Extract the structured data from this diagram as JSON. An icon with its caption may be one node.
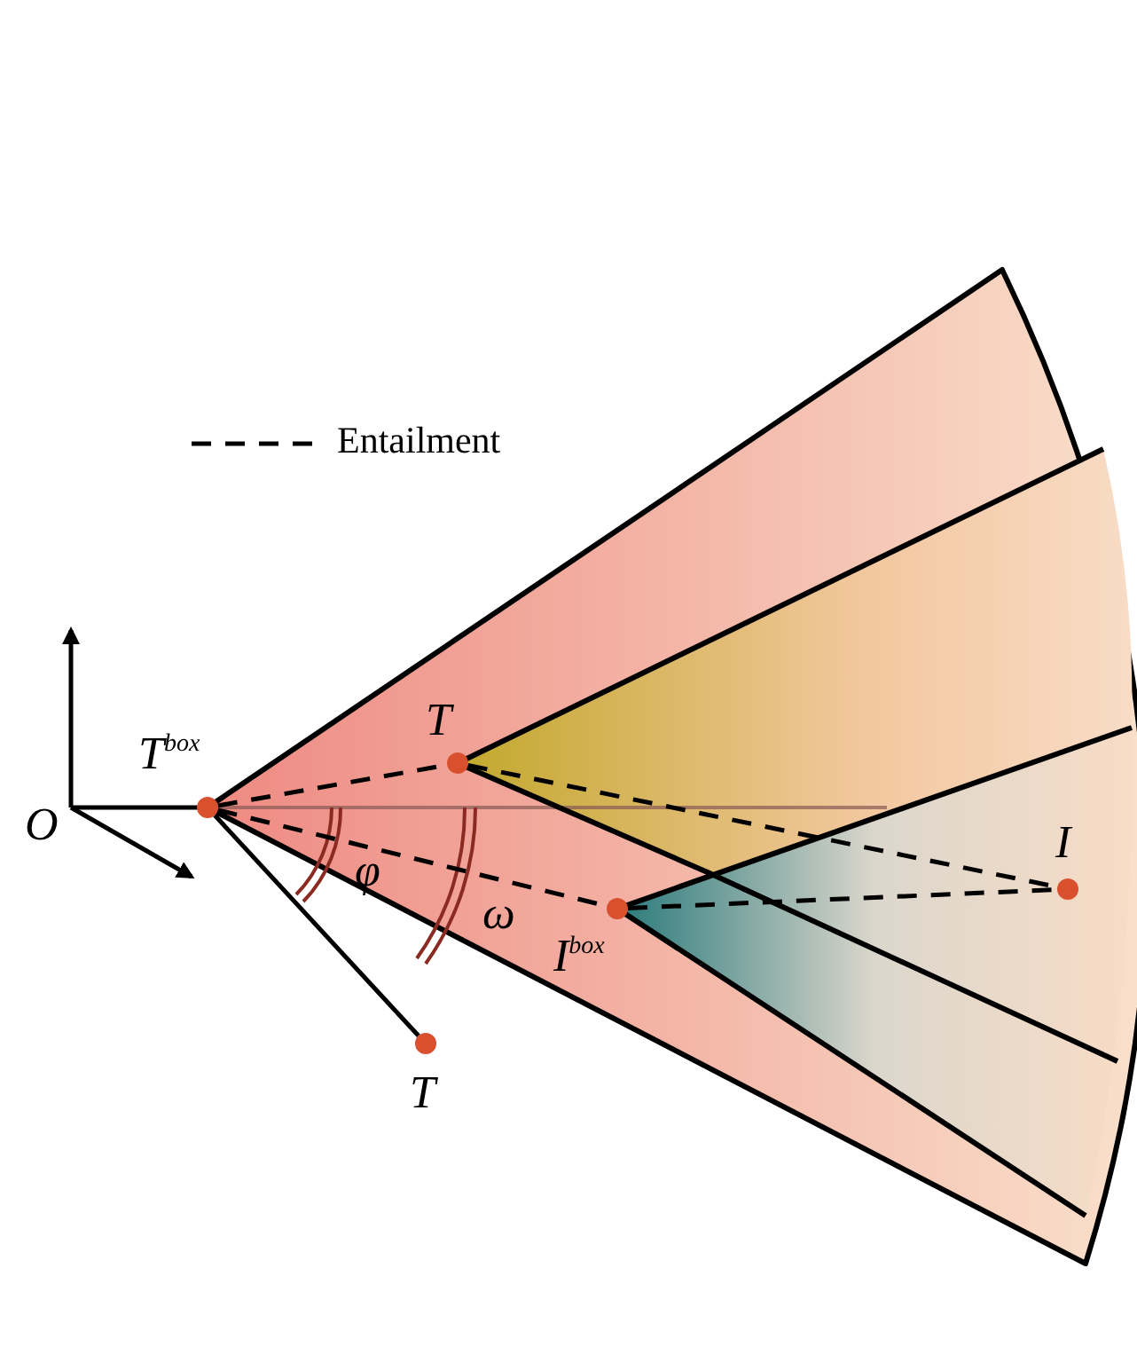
{
  "diagram": {
    "nodes": [
      {
        "text": [
          "T$^{box}$"
        ]
      },
      {
        "text": [
          "T"
        ]
      },
      {
        "text": [
          "I$^{box}$"
        ]
      },
      {
        "text": [
          "I"
        ]
      },
      {
        "text": [
          "T"
        ]
      }
    ],
    "edges": [
      {
        "from": 0,
        "to": 1,
        "arrow": "none",
        "style": "dashed"
      },
      {
        "from": 0,
        "to": 2,
        "arrow": "none",
        "style": "dashed"
      },
      {
        "from": 1,
        "to": 3,
        "arrow": "none",
        "style": "dashed"
      },
      {
        "from": 2,
        "to": 3,
        "arrow": "none",
        "style": "dashed"
      },
      {
        "from": 0,
        "to": 4,
        "arrow": "none"
      }
    ],
    "labels": [
      "O",
      "φ",
      "ω"
    ],
    "legend": [
      {
        "text": "Entailment"
      }
    ]
  }
}
